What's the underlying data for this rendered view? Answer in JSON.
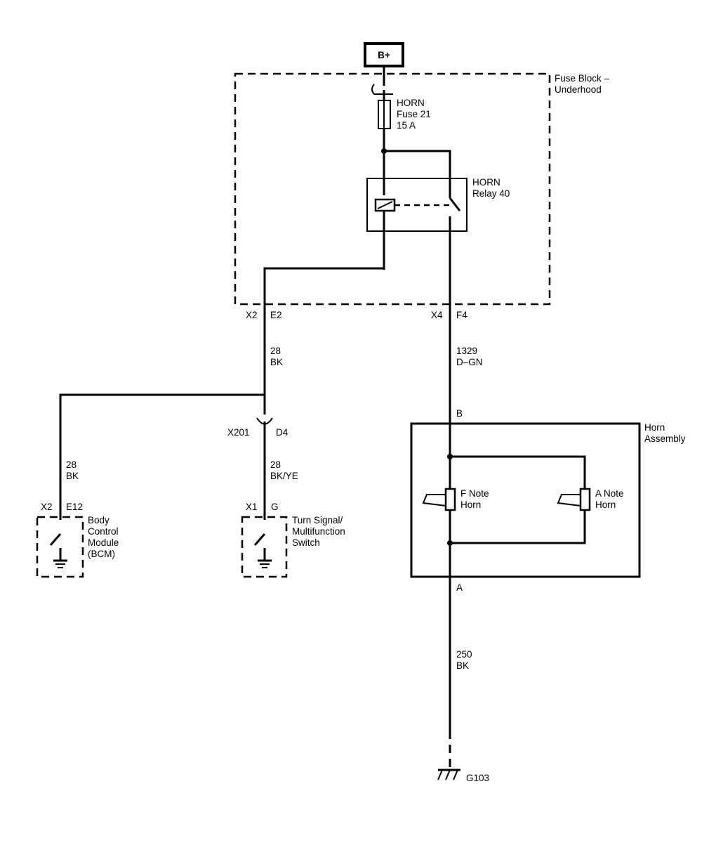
{
  "power": {
    "label": "B+"
  },
  "fuse_block": {
    "name_line1": "Fuse Block –",
    "name_line2": "Underhood"
  },
  "fuse": {
    "line1": "HORN",
    "line2": "Fuse 21",
    "line3": "15 A"
  },
  "relay": {
    "line1": "HORN",
    "line2": "Relay 40"
  },
  "connectors": {
    "x2_label": "X2",
    "e2_label": "E2",
    "x4_label": "X4",
    "f4_label": "F4",
    "x201_label": "X201",
    "d4_label": "D4",
    "bcm_x2_label": "X2",
    "bcm_e12_label": "E12",
    "tss_x1_label": "X1",
    "tss_g_label": "G",
    "horn_b_label": "B",
    "horn_a_label": "A"
  },
  "wires": {
    "w28_bk_a": {
      "circuit": "28",
      "color": "BK"
    },
    "w28_bk_b": {
      "circuit": "28",
      "color": "BK"
    },
    "w28_bkye": {
      "circuit": "28",
      "color": "BK/YE"
    },
    "w1329": {
      "circuit": "1329",
      "color": "D–GN"
    },
    "w250": {
      "circuit": "250",
      "color": "BK"
    }
  },
  "bcm": {
    "line1": "Body",
    "line2": "Control",
    "line3": "Module",
    "line4": "(BCM)"
  },
  "turn_signal_switch": {
    "line1": "Turn Signal/",
    "line2": "Multifunction",
    "line3": "Switch"
  },
  "horn_assembly": {
    "name_line1": "Horn",
    "name_line2": "Assembly",
    "f_note_line1": "F Note",
    "f_note_line2": "Horn",
    "a_note_line1": "A Note",
    "a_note_line2": "Horn"
  },
  "ground": {
    "label": "G103"
  }
}
